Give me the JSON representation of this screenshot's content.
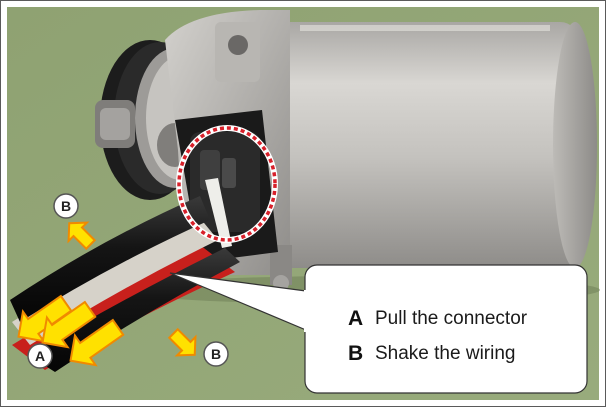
{
  "callout": {
    "items": [
      {
        "key": "A",
        "text": "Pull the connector"
      },
      {
        "key": "B",
        "text": "Shake the wiring"
      }
    ]
  },
  "markers": {
    "a": "A",
    "b_upper": "B",
    "b_lower": "B"
  },
  "colors": {
    "background": "#93a676",
    "motor_body": "#c8c6c2",
    "arrow_fill": "#ffe100",
    "arrow_stroke": "#f08a00",
    "highlight_circle": "#d8202a",
    "wire_red": "#c8201c"
  }
}
